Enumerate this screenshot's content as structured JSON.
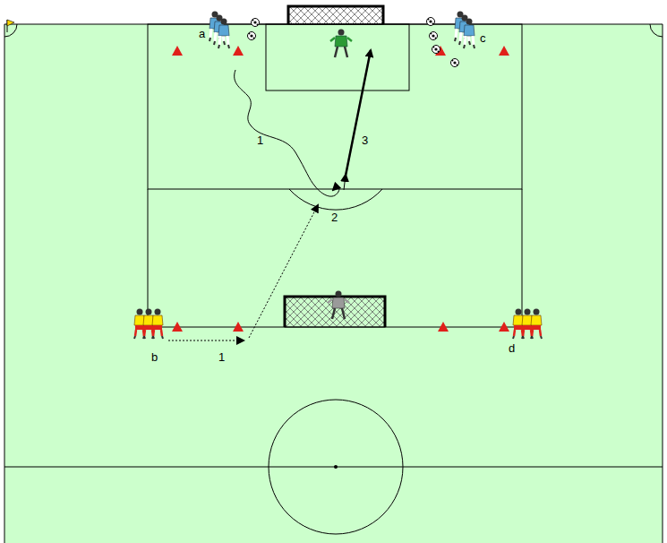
{
  "diagram": {
    "labels": [
      "a",
      "c",
      "1",
      "3",
      "2",
      "b",
      "1",
      "d"
    ]
  }
}
